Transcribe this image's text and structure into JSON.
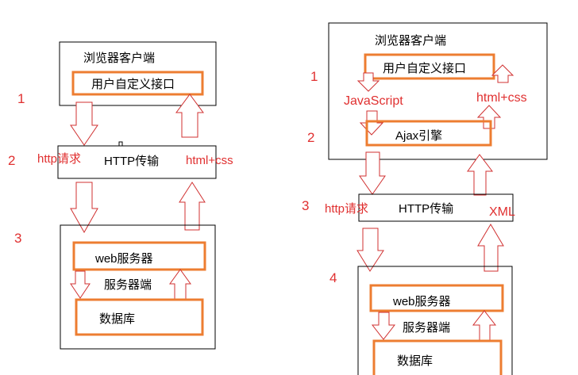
{
  "left": {
    "browser_client": "浏览器客户端",
    "user_interface": "用户自定义接口",
    "http_request": "http请求",
    "http_transfer": "HTTP传输",
    "html_css": "html+css",
    "web_server": "web服务器",
    "server_side": "服务器端",
    "database": "数据库",
    "steps": [
      "1",
      "2",
      "3"
    ]
  },
  "right": {
    "browser_client": "浏览器客户端",
    "user_interface": "用户自定义接口",
    "javascript": "JavaScript",
    "html_css": "html+css",
    "ajax_engine": "Ajax引擎",
    "http_request": "http请求",
    "http_transfer": "HTTP传输",
    "xml": "XML",
    "web_server": "web服务器",
    "server_side": "服务器端",
    "database": "数据库",
    "steps": [
      "1",
      "2",
      "3",
      "4"
    ]
  },
  "colors": {
    "orange": "#ED7D31",
    "red": "#E03030",
    "arrow": "#D03030",
    "box": "#000000"
  }
}
